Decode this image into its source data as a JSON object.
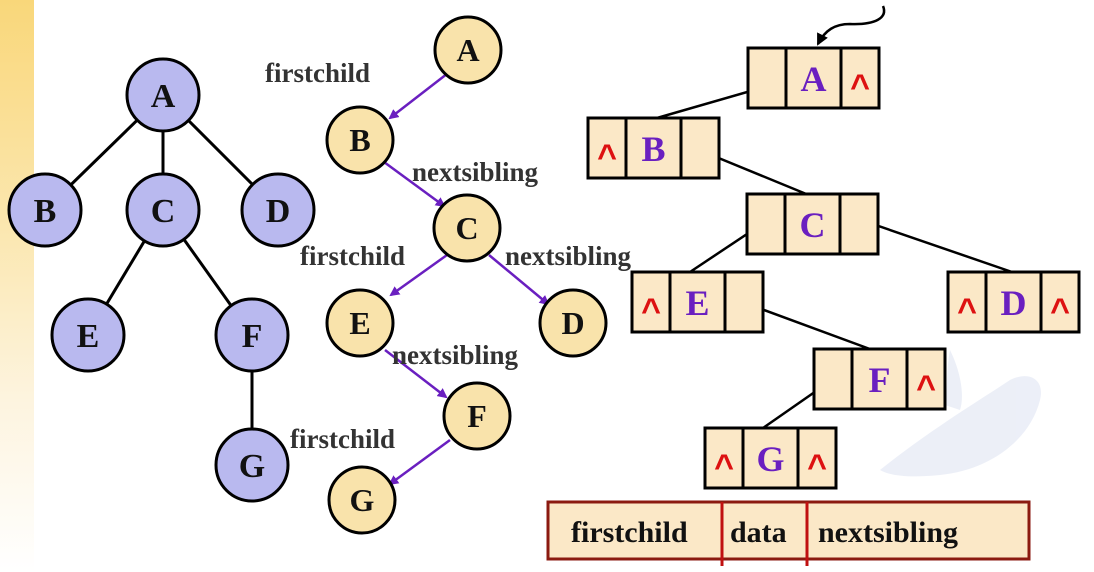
{
  "general_tree": {
    "nodes": [
      "A",
      "B",
      "C",
      "D",
      "E",
      "F",
      "G"
    ]
  },
  "binary_tree": {
    "nodes": [
      "A",
      "B",
      "C",
      "E",
      "D",
      "F",
      "G"
    ],
    "edge_labels": [
      "firstchild",
      "nextsibling",
      "firstchild",
      "nextsibling",
      "nextsibling",
      "firstchild"
    ]
  },
  "linked_storage": {
    "nodes": [
      "A",
      "B",
      "C",
      "E",
      "D",
      "F",
      "G"
    ],
    "null_symbol": "^",
    "legend": {
      "field1": "firstchild",
      "field2": "data",
      "field3": "nextsibling"
    }
  },
  "colors": {
    "general_node_fill": "#b9b9ef",
    "binary_node_fill": "#f9e3ab",
    "edge_arrow": "#6a1fc0",
    "cell_fill": "#fbe8c7",
    "null_caret": "#dd1111",
    "legend_border": "#8b1a10"
  }
}
